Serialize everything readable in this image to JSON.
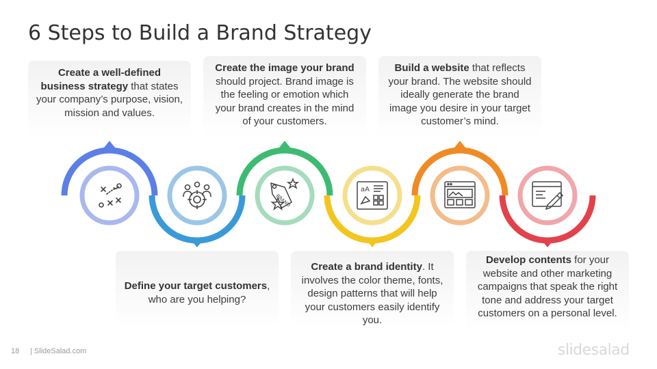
{
  "title": "6 Steps to Build a Brand Strategy",
  "steps": [
    {
      "bold": "Create a well-defined business strategy",
      "text": " that states your company’s purpose,  vision, mission and values.",
      "icon": "strategy-icon",
      "color": "#5b7fe6",
      "inner": "#a9b9ee"
    },
    {
      "bold": "Define your target customers",
      "text": ", who are you helping?",
      "icon": "target-customers-icon",
      "color": "#3a9ad8",
      "inner": "#9cc6e8"
    },
    {
      "bold": "Create the image your brand",
      "text": " should project. Brand image is the feeling or emotion which your brand creates in the mind of your customers.",
      "icon": "brand-tag-icon",
      "color": "#3dbb72",
      "inner": "#a4dcbc"
    },
    {
      "bold": "Create a brand identity",
      "text": ". It involves the color theme, fonts, design patterns that will help your customers easily identify you.",
      "icon": "brand-identity-icon",
      "color": "#f3c51f",
      "inner": "#f6df8c"
    },
    {
      "bold": "Build a website",
      "text": " that reflects your brand. The website should ideally generate the brand image you desire in your target customer’s mind.",
      "icon": "website-layout-icon",
      "color": "#f08a24",
      "inner": "#f3bc8a"
    },
    {
      "bold": "Develop contents",
      "text": " for your website and other marketing campaigns that speak the right tone and address your target customers on a personal level.",
      "icon": "content-writing-icon",
      "color": "#e2424c",
      "inner": "#f0a6aa"
    }
  ],
  "footer": {
    "page_number": "18",
    "source": "| SlideSalad.com",
    "logo": "slidesalad"
  }
}
